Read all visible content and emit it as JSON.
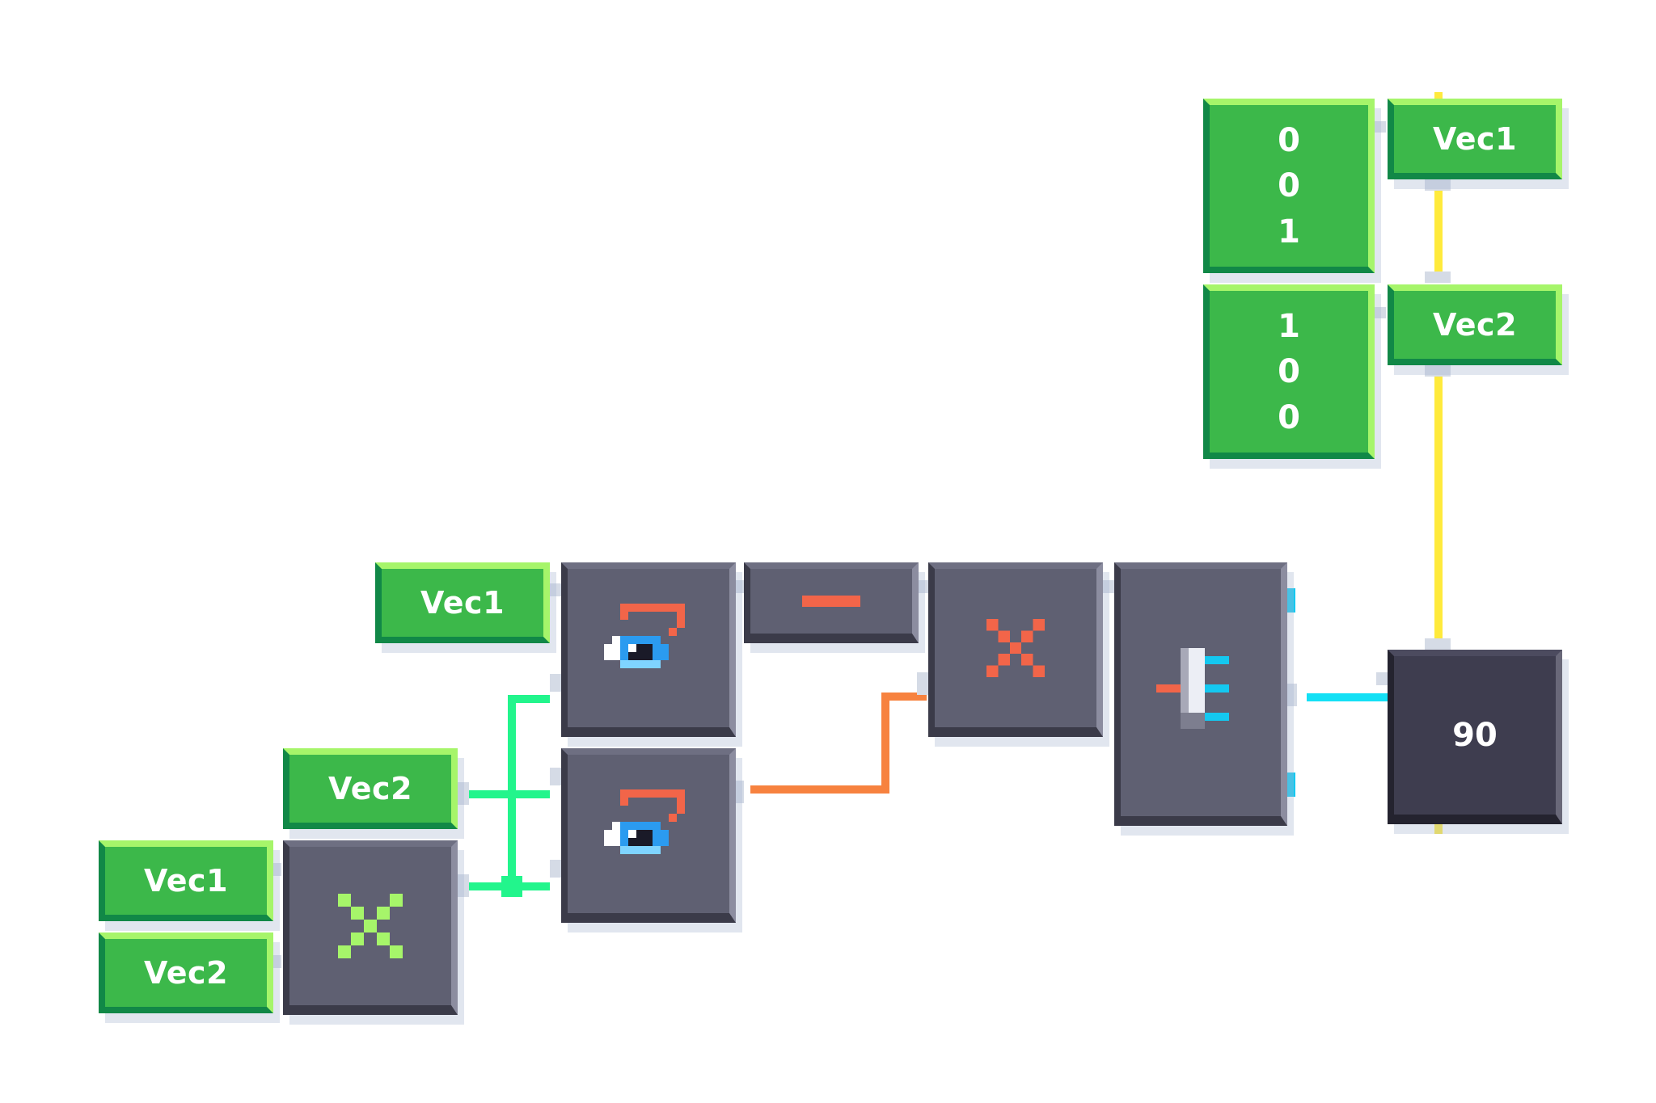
{
  "colors": {
    "wire_green": "#22f58c",
    "wire_orange": "#f7823f",
    "wire_cyan": "#14e0f5",
    "wire_yellow": "#ffea3c"
  },
  "nodes": {
    "vec1_left": "Vec1",
    "vec2_left": "Vec2",
    "vec2_mid": "Vec2",
    "vec1_top": "Vec1",
    "vec1_right": "Vec1",
    "vec2_right": "Vec2",
    "vector_a": [
      "0",
      "0",
      "1"
    ],
    "vector_b": [
      "1",
      "0",
      "0"
    ],
    "result": "90"
  },
  "icons": {
    "cross_green": "cross-product-icon",
    "project_top": "eye-project-icon",
    "project_bottom": "eye-project-icon",
    "minus": "minus-icon",
    "cross_orange": "multiply-icon",
    "angle": "split-output-icon"
  }
}
